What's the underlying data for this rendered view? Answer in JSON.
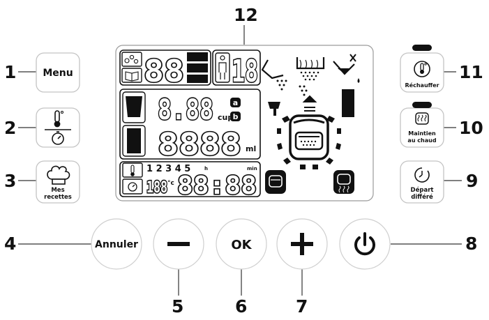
{
  "callouts": [
    "1",
    "2",
    "3",
    "4",
    "5",
    "6",
    "7",
    "8",
    "9",
    "10",
    "11",
    "12"
  ],
  "buttons": {
    "menu": "Menu",
    "mes": "Mes",
    "recettes": "recettes",
    "annuler": "Annuler",
    "minus": "−",
    "ok": "OK",
    "plus": "+",
    "rechauffer": "Réchauffer",
    "maintien": "Maintien",
    "au_chaud": "au chaud",
    "depart": "Départ",
    "differe": "différé"
  },
  "display": {
    "prog_digits": "88",
    "person_digits": "18",
    "cup_digits": "8.88",
    "cup_unit": "cup",
    "badge_a": "a",
    "badge_b": "b",
    "ml_digits": "8888",
    "ml_unit": "ml",
    "steps": "1 2 3 4 5",
    "h_label": "h",
    "min_label": "min",
    "temp_digits": "188",
    "deg_c": "°c",
    "time_digits": "88:88"
  },
  "colors": {
    "lcd_ink": "#111111",
    "button_outline": "#c4c4c4",
    "accent": "#111111"
  },
  "icons": [
    "thermometer-icon",
    "timer-icon",
    "chef-hat-icon",
    "power-icon",
    "steam-icon",
    "clock-icon",
    "person-icon",
    "book-icon",
    "grains-icon",
    "rice-pot-icon"
  ]
}
